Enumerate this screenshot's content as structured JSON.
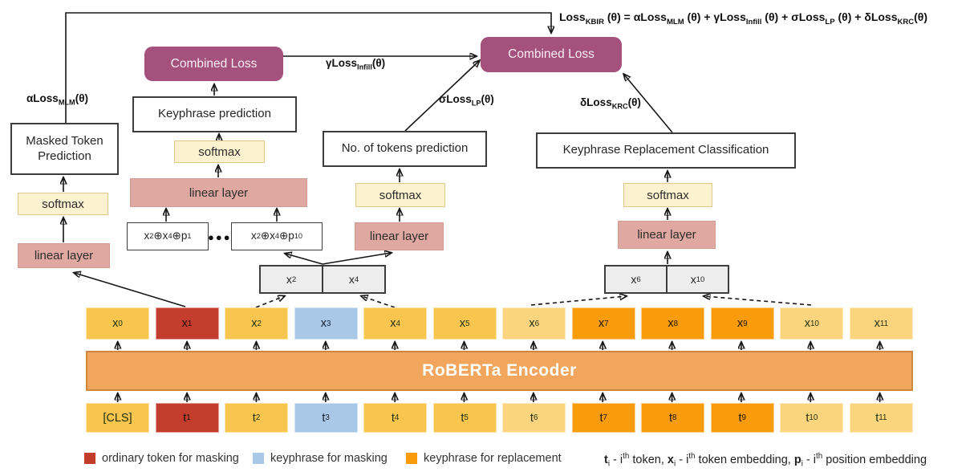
{
  "formula": {
    "parts": [
      {
        "t": "Loss"
      },
      {
        "s": "KBIR"
      },
      {
        "t": " (θ) = αLoss"
      },
      {
        "s": "MLM"
      },
      {
        "t": " (θ) + γLoss"
      },
      {
        "s": "Infill"
      },
      {
        "t": " (θ) + σLoss"
      },
      {
        "s": "LP"
      },
      {
        "t": " (θ) + δLoss"
      },
      {
        "s": "KRC"
      },
      {
        "t": "(θ)"
      }
    ]
  },
  "loss_labels": {
    "mlm": {
      "parts": [
        {
          "t": "αLoss"
        },
        {
          "s": "MLM"
        },
        {
          "t": "(θ)"
        }
      ]
    },
    "infill": {
      "parts": [
        {
          "t": "γLoss"
        },
        {
          "s": "Infill"
        },
        {
          "t": "(θ)"
        }
      ]
    },
    "lp": {
      "parts": [
        {
          "t": "σLoss"
        },
        {
          "s": "LP"
        },
        {
          "t": "(θ)"
        }
      ]
    },
    "krc": {
      "parts": [
        {
          "t": "δLoss"
        },
        {
          "s": "KRC"
        },
        {
          "t": "(θ)"
        }
      ]
    }
  },
  "boxes": {
    "combined_loss": "Combined Loss",
    "masked_token_prediction": "Masked Token Prediction",
    "keyphrase_prediction": "Keyphrase prediction",
    "no_tokens_prediction": "No. of tokens prediction",
    "keyphrase_replacement_classification": "Keyphrase Replacement Classification",
    "softmax": "softmax",
    "linear_layer": "linear layer",
    "encoder": "RoBERTa Encoder"
  },
  "infill_inputs": {
    "first": {
      "parts": [
        {
          "t": "x"
        },
        {
          "s": "2"
        },
        {
          "t": "⊕x"
        },
        {
          "s": "4"
        },
        {
          "t": "⊕p"
        },
        {
          "s": "1"
        }
      ]
    },
    "ellipsis": "●●●",
    "last": {
      "parts": [
        {
          "t": "x"
        },
        {
          "s": "2"
        },
        {
          "t": "⊕x"
        },
        {
          "s": "4"
        },
        {
          "t": "⊕p"
        },
        {
          "s": "10"
        }
      ]
    }
  },
  "pair_boxes": {
    "infill": [
      {
        "parts": [
          {
            "t": "x"
          },
          {
            "s": "2"
          }
        ]
      },
      {
        "parts": [
          {
            "t": "x"
          },
          {
            "s": "4"
          }
        ]
      }
    ],
    "krc": [
      {
        "parts": [
          {
            "t": "x"
          },
          {
            "s": "6"
          }
        ]
      },
      {
        "parts": [
          {
            "t": "x"
          },
          {
            "s": "10"
          }
        ]
      }
    ]
  },
  "embedding_row": [
    {
      "base": "x",
      "sub": "0",
      "type": "yellow"
    },
    {
      "base": "x",
      "sub": "1",
      "type": "red"
    },
    {
      "base": "x",
      "sub": "2",
      "type": "yellow"
    },
    {
      "base": "x",
      "sub": "3",
      "type": "blue"
    },
    {
      "base": "x",
      "sub": "4",
      "type": "yellow"
    },
    {
      "base": "x",
      "sub": "5",
      "type": "yellow"
    },
    {
      "base": "x",
      "sub": "6",
      "type": "light"
    },
    {
      "base": "x",
      "sub": "7",
      "type": "orange"
    },
    {
      "base": "x",
      "sub": "8",
      "type": "orange"
    },
    {
      "base": "x",
      "sub": "9",
      "type": "orange"
    },
    {
      "base": "x",
      "sub": "10",
      "type": "light"
    },
    {
      "base": "x",
      "sub": "11",
      "type": "light"
    }
  ],
  "token_row": [
    {
      "base": "[CLS]",
      "sub": "",
      "type": "yellow"
    },
    {
      "base": "t",
      "sub": "1",
      "type": "red"
    },
    {
      "base": "t",
      "sub": "2",
      "type": "yellow"
    },
    {
      "base": "t",
      "sub": "3",
      "type": "blue"
    },
    {
      "base": "t",
      "sub": "4",
      "type": "yellow"
    },
    {
      "base": "t",
      "sub": "5",
      "type": "yellow"
    },
    {
      "base": "t",
      "sub": "6",
      "type": "light"
    },
    {
      "base": "t",
      "sub": "7",
      "type": "orange"
    },
    {
      "base": "t",
      "sub": "8",
      "type": "orange"
    },
    {
      "base": "t",
      "sub": "9",
      "type": "orange"
    },
    {
      "base": "t",
      "sub": "10",
      "type": "light"
    },
    {
      "base": "t",
      "sub": "11",
      "type": "light"
    }
  ],
  "legend": {
    "items": [
      {
        "color": "#C43C2B",
        "label": "ordinary token for masking"
      },
      {
        "color": "#A9C8E8",
        "label": "keyphrase for masking"
      },
      {
        "color": "#F89C0E",
        "label": "keyphrase for replacement"
      }
    ],
    "note": {
      "parts": [
        {
          "b": "t"
        },
        {
          "s": "i"
        },
        {
          "t": " - i"
        },
        {
          "sup": "th"
        },
        {
          "t": " token, "
        },
        {
          "b": "x"
        },
        {
          "s": "i"
        },
        {
          "t": " - i"
        },
        {
          "sup": "th"
        },
        {
          "t": " token embedding, "
        },
        {
          "b": "p"
        },
        {
          "s": "i"
        },
        {
          "t": " - i"
        },
        {
          "sup": "th"
        },
        {
          "t": " position embedding"
        }
      ]
    }
  },
  "colors": {
    "combined_loss_purple": "#A5517D",
    "linear_layer_pink": "#DFA8A1",
    "softmax_cream": "#FCF2CF",
    "encoder_orange": "#F2A55C",
    "token_yellow": "#F8C64F",
    "token_light_yellow": "#FBD57E",
    "token_red": "#C43C2B",
    "token_blue": "#A9C8E8",
    "token_orange": "#F89C0E"
  }
}
